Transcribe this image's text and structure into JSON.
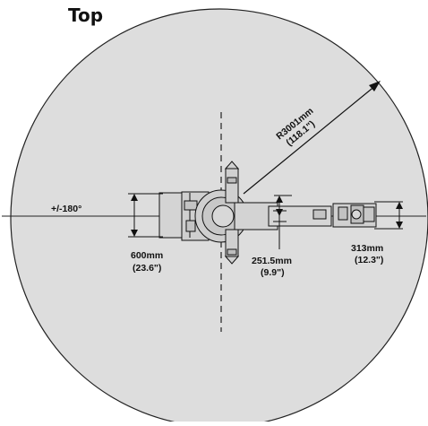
{
  "title": "Top",
  "labels": {
    "rotation": "+/-180°",
    "base_width_mm": "600mm",
    "base_width_in": "(23.6\")",
    "offset_mm": "251.5mm",
    "offset_in": "(9.9\")",
    "flange_mm": "313mm",
    "flange_in": "(12.3\")",
    "radius_mm": "R3001mm",
    "radius_in": "(118.1\")"
  },
  "colors": {
    "work_envelope": "#dddddd",
    "stroke": "#111111"
  }
}
